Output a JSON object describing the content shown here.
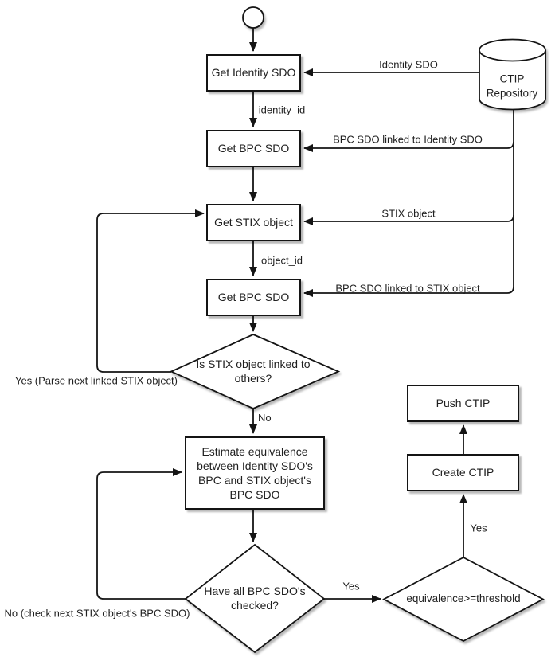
{
  "nodes": {
    "get_identity_sdo": {
      "label": "Get Identity SDO"
    },
    "get_bpc_sdo_identity": {
      "label": "Get BPC SDO"
    },
    "get_stix_object": {
      "label": "Get STIX object"
    },
    "get_bpc_sdo_stix": {
      "label": "Get BPC SDO"
    },
    "is_stix_object_linked": {
      "label": "Is STIX object linked to others?"
    },
    "estimate_equivalence": {
      "label": "Estimate equivalence between Identity SDO's BPC and STIX object's BPC SDO"
    },
    "have_all_bpc_checked": {
      "label": "Have all BPC SDO's checked?"
    },
    "equivalence_threshold": {
      "label": "equivalence>=threshold"
    },
    "create_ctip": {
      "label": "Create CTIP"
    },
    "push_ctip": {
      "label": "Push CTIP"
    },
    "ctip_repository": {
      "label": "CTIP Repository"
    }
  },
  "edge_labels": {
    "identity_id": "identity_id",
    "object_id": "object_id",
    "identity_sdo": "Identity SDO",
    "bpc_sdo_linked_identity": "BPC SDO linked to Identity SDO",
    "stix_object": "STIX object",
    "bpc_sdo_linked_stix": "BPC SDO linked to STIX object",
    "yes_parse_next": "Yes (Parse next linked STIX object)",
    "no_not_linked": "No",
    "no_check_next": "No (check next STIX object's BPC SDO)",
    "yes_all_checked": "Yes",
    "yes_threshold": "Yes"
  },
  "colors": {
    "stroke": "#141414",
    "fill": "#ffffff",
    "shadow": "rgba(0,0,0,0.28)",
    "background": "#ffffff"
  }
}
